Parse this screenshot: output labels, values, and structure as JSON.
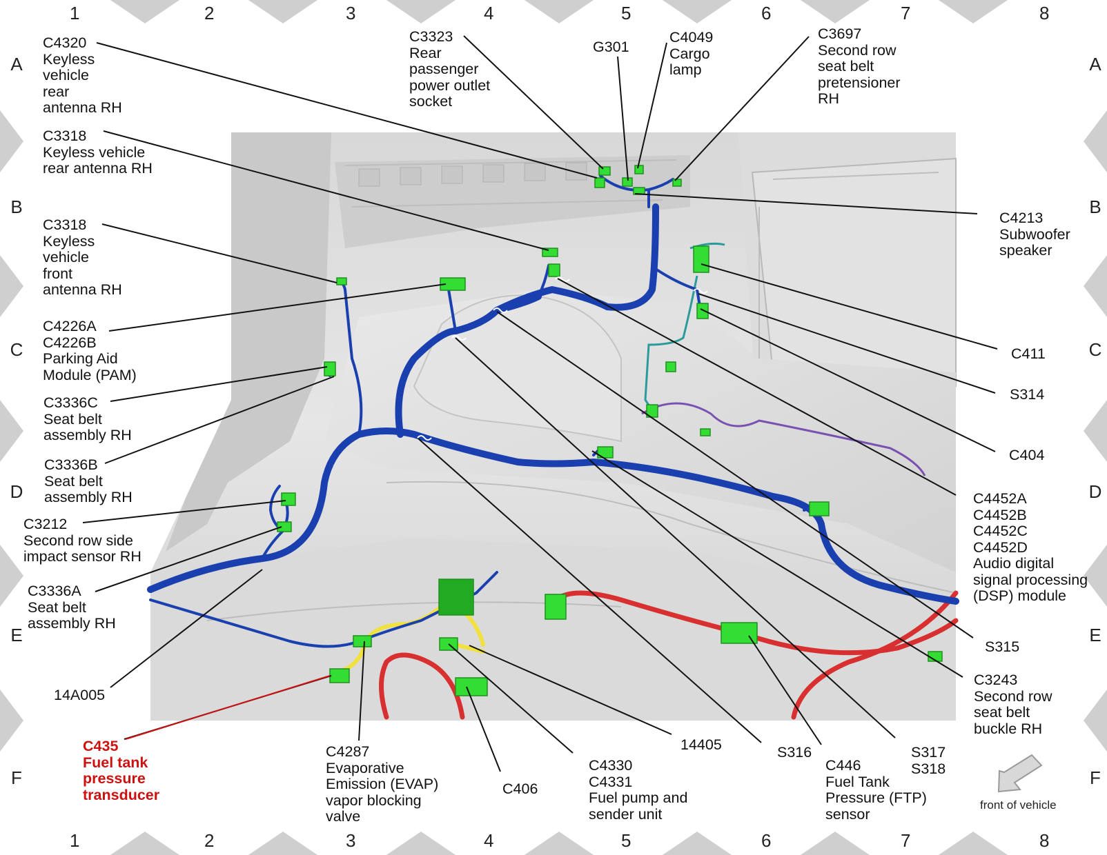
{
  "grid": {
    "columns": [
      "1",
      "2",
      "3",
      "4",
      "5",
      "6",
      "7",
      "8"
    ],
    "rows": [
      "A",
      "B",
      "C",
      "D",
      "E",
      "F"
    ]
  },
  "callouts": [
    {
      "id": "c4320",
      "text": "C4320\nKeyless\nvehicle\nrear\nantenna RH"
    },
    {
      "id": "c3318-rear",
      "text": "C3318\nKeyless vehicle\nrear antenna RH"
    },
    {
      "id": "c3318-front",
      "text": "C3318\nKeyless\nvehicle\nfront\nantenna RH"
    },
    {
      "id": "c4226",
      "text": "C4226A\nC4226B\nParking Aid\nModule (PAM)"
    },
    {
      "id": "c3336c",
      "text": "C3336C\nSeat belt\nassembly RH"
    },
    {
      "id": "c3336b",
      "text": "C3336B\nSeat belt\nassembly RH"
    },
    {
      "id": "c3212",
      "text": "C3212\nSecond row side\nimpact sensor RH"
    },
    {
      "id": "c3336a",
      "text": "C3336A\nSeat belt\nassembly RH"
    },
    {
      "id": "14a005",
      "text": "14A005"
    },
    {
      "id": "c435",
      "text": "C435\nFuel tank\npressure\ntransducer"
    },
    {
      "id": "c4287",
      "text": "C4287\nEvaporative\nEmission (EVAP)\nvapor blocking\nvalve"
    },
    {
      "id": "c406",
      "text": "C406"
    },
    {
      "id": "c4330",
      "text": "C4330\nC4331\nFuel pump and\nsender unit"
    },
    {
      "id": "14405",
      "text": "14405"
    },
    {
      "id": "s316",
      "text": "S316"
    },
    {
      "id": "c446",
      "text": "C446\nFuel Tank\nPressure (FTP)\nsensor"
    },
    {
      "id": "s317",
      "text": "S317\nS318"
    },
    {
      "id": "c3243",
      "text": "C3243\nSecond row\nseat belt\nbuckle RH"
    },
    {
      "id": "s315",
      "text": "S315"
    },
    {
      "id": "c4452",
      "text": "C4452A\nC4452B\nC4452C\nC4452D\nAudio digital\nsignal processing\n(DSP) module"
    },
    {
      "id": "c404",
      "text": "C404"
    },
    {
      "id": "s314",
      "text": "S314"
    },
    {
      "id": "c411",
      "text": "C411"
    },
    {
      "id": "c4213",
      "text": "C4213\nSubwoofer\nspeaker"
    },
    {
      "id": "c3697",
      "text": "C3697\nSecond row\nseat belt\npretensioner\nRH"
    },
    {
      "id": "c4049",
      "text": "C4049\nCargo\nlamp"
    },
    {
      "id": "g301",
      "text": "G301"
    },
    {
      "id": "c3323",
      "text": "C3323\nRear\npassenger\npower outlet\nsocket"
    }
  ],
  "front_of_vehicle": "front of vehicle",
  "colors": {
    "harness_blue": "#1a3fae",
    "connector_green": "#33dd33",
    "fuel_red": "#d83030",
    "evap_yellow": "#f0e040",
    "teal_wire": "#2a9a9a",
    "purple_wire": "#7a50b0",
    "highlight_red_text": "#cc1111"
  }
}
